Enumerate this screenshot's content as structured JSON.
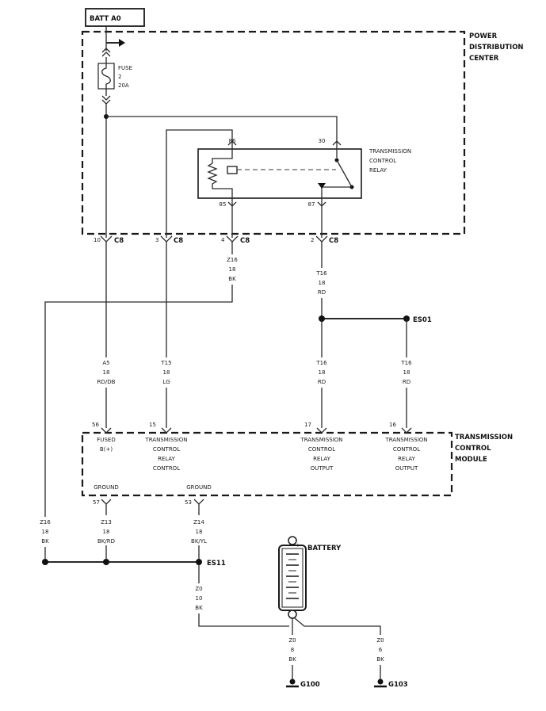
{
  "source_label": "BATT A0",
  "pdc_label": [
    "POWER",
    "DISTRIBUTION",
    "CENTER"
  ],
  "fuse_label": [
    "FUSE",
    "2",
    "20A"
  ],
  "relay_label": [
    "TRANSMISSION",
    "CONTROL",
    "RELAY"
  ],
  "relay_pins": {
    "p86": "86",
    "p30": "30",
    "p85": "85",
    "p87": "87"
  },
  "connectors": {
    "c1": {
      "pin": "10",
      "name": "C8"
    },
    "c2": {
      "pin": "3",
      "name": "C8"
    },
    "c3": {
      "pin": "4",
      "name": "C8"
    },
    "c4": {
      "pin": "2",
      "name": "C8"
    }
  },
  "wires": {
    "z16_top": [
      "Z16",
      "18",
      "BK"
    ],
    "t16_top": [
      "T16",
      "18",
      "RD"
    ],
    "a5": [
      "A5",
      "18",
      "RD/DB"
    ],
    "t15": [
      "T15",
      "18",
      "LG"
    ],
    "t16_mid": [
      "T16",
      "18",
      "RD"
    ],
    "t16_right": [
      "T16",
      "18",
      "RD"
    ],
    "z16_left": [
      "Z16",
      "18",
      "BK"
    ],
    "z13": [
      "Z13",
      "18",
      "BK/RD"
    ],
    "z14": [
      "Z14",
      "18",
      "BK/YL"
    ],
    "z0_main": [
      "Z0",
      "10",
      "BK"
    ],
    "z0_g100": [
      "Z0",
      "8",
      "BK"
    ],
    "z0_g103": [
      "Z0",
      "6",
      "BK"
    ]
  },
  "splices": {
    "es01": "ES01",
    "es11": "ES11"
  },
  "tcm_label": [
    "TRANSMISSION",
    "CONTROL",
    "MODULE"
  ],
  "tcm_pins": {
    "p56": {
      "num": "56",
      "label": [
        "FUSED",
        "B(+)"
      ]
    },
    "p15": {
      "num": "15",
      "label": [
        "TRANSMISSION",
        "CONTROL",
        "RELAY",
        "CONTROL"
      ]
    },
    "p17": {
      "num": "17",
      "label": [
        "TRANSMISSION",
        "CONTROL",
        "RELAY",
        "OUTPUT"
      ]
    },
    "p16": {
      "num": "16",
      "label": [
        "TRANSMISSION",
        "CONTROL",
        "RELAY",
        "OUTPUT"
      ]
    },
    "p57": {
      "num": "57",
      "label": [
        "GROUND"
      ]
    },
    "p53": {
      "num": "53",
      "label": [
        "GROUND"
      ]
    }
  },
  "battery_label": "BATTERY",
  "battery_terms": {
    "pos": "+",
    "neg": "-"
  },
  "grounds": {
    "g100": "G100",
    "g103": "G103"
  }
}
